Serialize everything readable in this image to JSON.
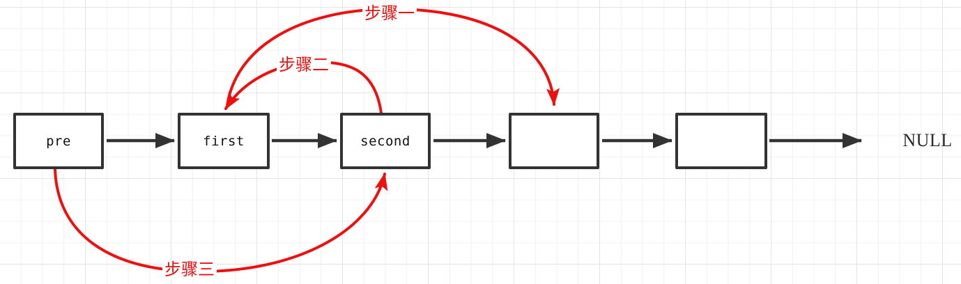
{
  "nodes": [
    {
      "label": "pre"
    },
    {
      "label": "first"
    },
    {
      "label": "second"
    },
    {
      "label": ""
    },
    {
      "label": ""
    }
  ],
  "terminator": "NULL",
  "steps": [
    {
      "label": "步骤一"
    },
    {
      "label": "步骤二"
    },
    {
      "label": "步骤三"
    }
  ],
  "colors": {
    "step_arrow_red": "#ee0f0f",
    "pointer_stroke": "#333333",
    "node_border": "#333333",
    "node_fill": "#ffffff",
    "grid_minor": "#f0f0f0",
    "grid_major": "#e4e4e4",
    "node_text": "#111111",
    "null_text": "#2b2b2b"
  }
}
